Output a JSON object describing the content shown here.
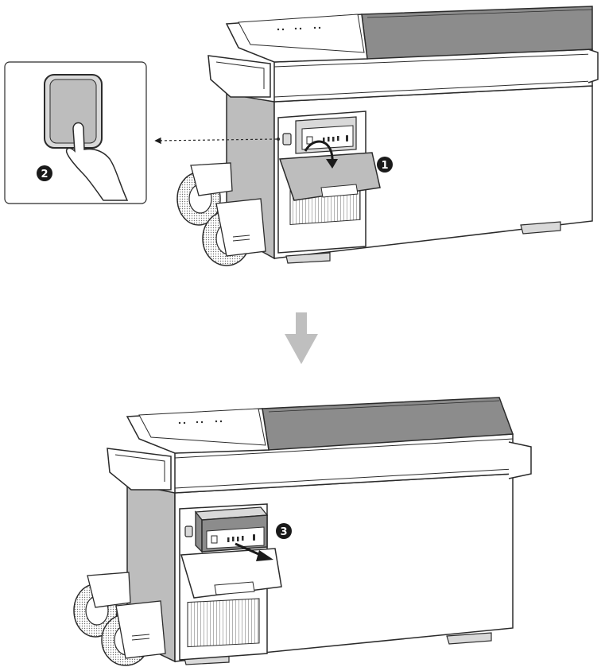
{
  "steps": {
    "step1": {
      "number": "1"
    },
    "step2": {
      "number": "2"
    },
    "step3": {
      "number": "3"
    }
  },
  "colors": {
    "outline": "#2b2b2b",
    "body_fill": "#ffffff",
    "shade_light": "#d9d9d9",
    "shade_mid": "#bdbdbd",
    "shade_dark": "#8c8c8c",
    "badge": "#1a1a1a",
    "arrow_down": "#bfbfbf"
  },
  "icons": {
    "down_arrow": "down-arrow-icon",
    "finger": "finger-press-icon",
    "curved_arrow": "curved-arrow-icon",
    "pull_arrow": "pull-arrow-icon"
  }
}
